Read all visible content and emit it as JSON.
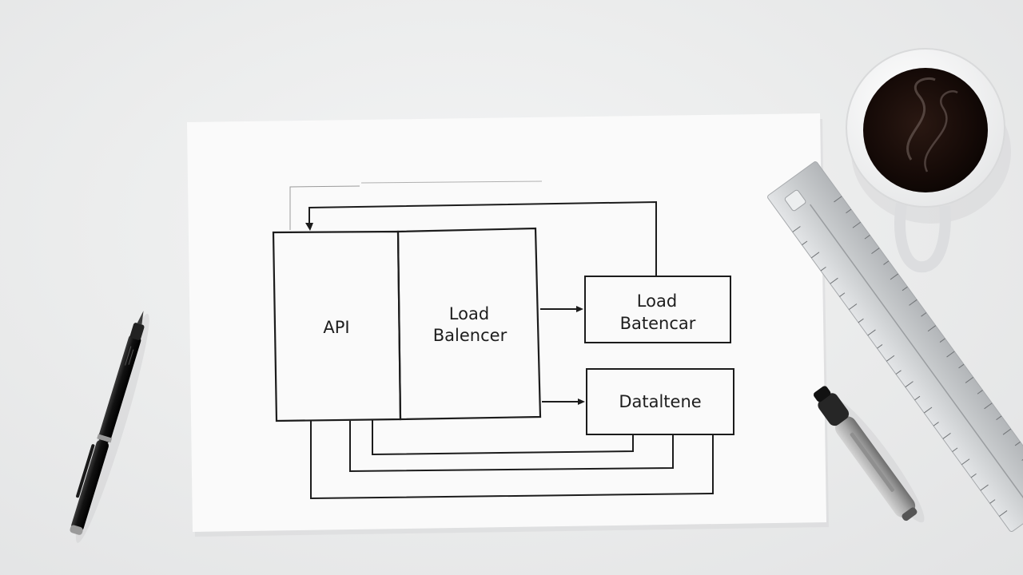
{
  "diagram": {
    "api_label": "API",
    "lb_main_line1": "Load",
    "lb_main_line2": "Balencer",
    "lb_small_line1": "Load",
    "lb_small_line2": "Batencar",
    "db_label": "Dataltene"
  },
  "colors": {
    "paper": "#fafafa",
    "ink": "#1c1c1c",
    "desk": "#e9eaeb",
    "coffee": "#1a0f0c",
    "ruler": "#c5c8cb"
  },
  "objects": {
    "pen": "black-pen",
    "marker": "gray-marker",
    "ruler": "metal-ruler",
    "mug": "coffee-mug"
  }
}
